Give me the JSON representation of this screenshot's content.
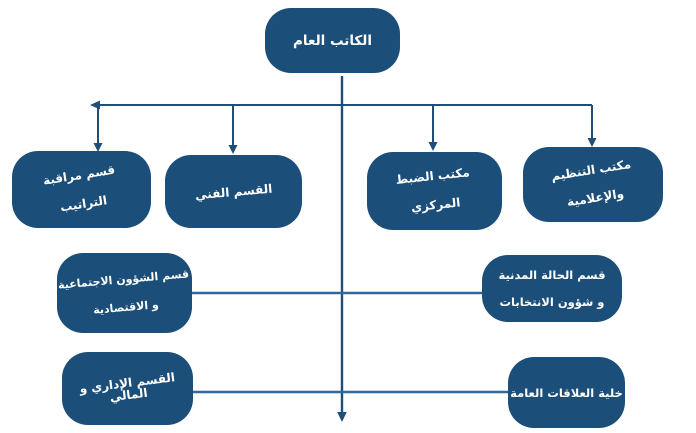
{
  "colors": {
    "node_fill": "#1b4e79",
    "node_text": "#ffffff",
    "connector_dark": "#1f4e79",
    "connector_light": "#34679b",
    "background": "#ffffff"
  },
  "org_chart": {
    "type": "organizational-chart",
    "language": "ar",
    "root_label": "الكاتب العام"
  },
  "nodes": [
    {
      "id": "secretary-general",
      "level": 1,
      "label": "الكاتب العام",
      "lines": [
        "الكاتب العام"
      ]
    },
    {
      "id": "dept-monitoring-procedures",
      "level": 2,
      "label": "قسم مراقبة التراتيب",
      "lines": [
        "قسم مراقبة",
        "التراتيب"
      ]
    },
    {
      "id": "dept-technical",
      "level": 2,
      "label": "القسم الفني",
      "lines": [
        "القسم الفني"
      ]
    },
    {
      "id": "office-central-registry",
      "level": 2,
      "label": "مكتب الضبط المركزي",
      "lines": [
        "مكتب الضبط",
        "المركزي"
      ]
    },
    {
      "id": "office-organization-informatics",
      "level": 2,
      "label": "مكتب التنظيم والإعلامية",
      "lines": [
        "مكتب التنظيم",
        "والإعلامية"
      ]
    },
    {
      "id": "dept-social-economic-affairs",
      "level": 3,
      "label": "قسم الشؤون الاجتماعية و الاقتصادية",
      "lines": [
        "قسم الشؤون الاجتماعية",
        "و الاقتصادية"
      ]
    },
    {
      "id": "dept-civil-status-elections",
      "level": 3,
      "label": "قسم الحالة المدنية و شؤون الانتخابات",
      "lines": [
        "قسم الحالة المدنية",
        "و شؤون الانتخابات"
      ]
    },
    {
      "id": "dept-admin-financial",
      "level": 4,
      "label": "القسم الإداري و المالي",
      "lines": [
        "القسم الإداري و",
        "المالي"
      ]
    },
    {
      "id": "unit-public-relations",
      "level": 4,
      "label": "خلية العلاقات العامة",
      "lines": [
        "خلية العلاقات العامة"
      ]
    }
  ]
}
